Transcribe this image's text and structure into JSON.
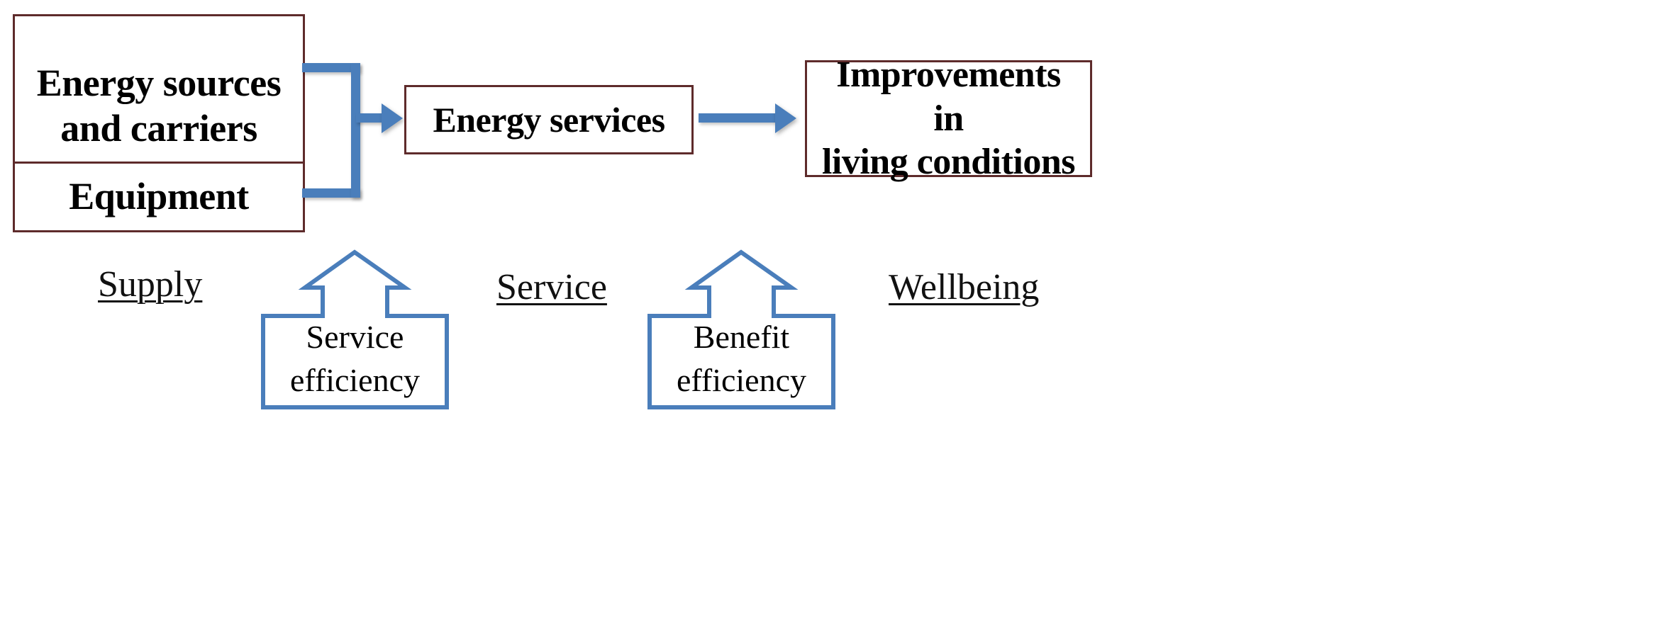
{
  "diagram": {
    "title": "Energy supply to wellbeing chain",
    "colors": {
      "box_border": "#5e2b2b",
      "connector_blue": "#4a7ebb",
      "text": "#000000",
      "background": "#ffffff"
    },
    "boxes": [
      {
        "id": "energy-sources",
        "label": "Energy sources and carriers",
        "line1": "Energy sources",
        "line2": "and carriers"
      },
      {
        "id": "equipment",
        "label": "Equipment",
        "line1": "Equipment",
        "line2": ""
      },
      {
        "id": "energy-services",
        "label": "Energy services",
        "line1": "Energy services",
        "line2": ""
      },
      {
        "id": "improvements",
        "label": "Improvements in living conditions",
        "line1": "Improvements in",
        "line2": "living conditions"
      }
    ],
    "stage_labels": [
      {
        "id": "supply",
        "label": "Supply"
      },
      {
        "id": "service",
        "label": "Service"
      },
      {
        "id": "wellbeing",
        "label": "Wellbeing"
      }
    ],
    "callouts": [
      {
        "id": "service-efficiency",
        "line1": "Service",
        "line2": "efficiency"
      },
      {
        "id": "benefit-efficiency",
        "line1": "Benefit",
        "line2": "efficiency"
      }
    ],
    "connectors": [
      {
        "id": "sources-equipment-to-services",
        "kind": "bracket-arrow",
        "direction": "right"
      },
      {
        "id": "services-to-improvements",
        "kind": "arrow",
        "direction": "right"
      },
      {
        "id": "service-efficiency-up",
        "kind": "up-arrow-callout",
        "direction": "up"
      },
      {
        "id": "benefit-efficiency-up",
        "kind": "up-arrow-callout",
        "direction": "up"
      }
    ]
  }
}
